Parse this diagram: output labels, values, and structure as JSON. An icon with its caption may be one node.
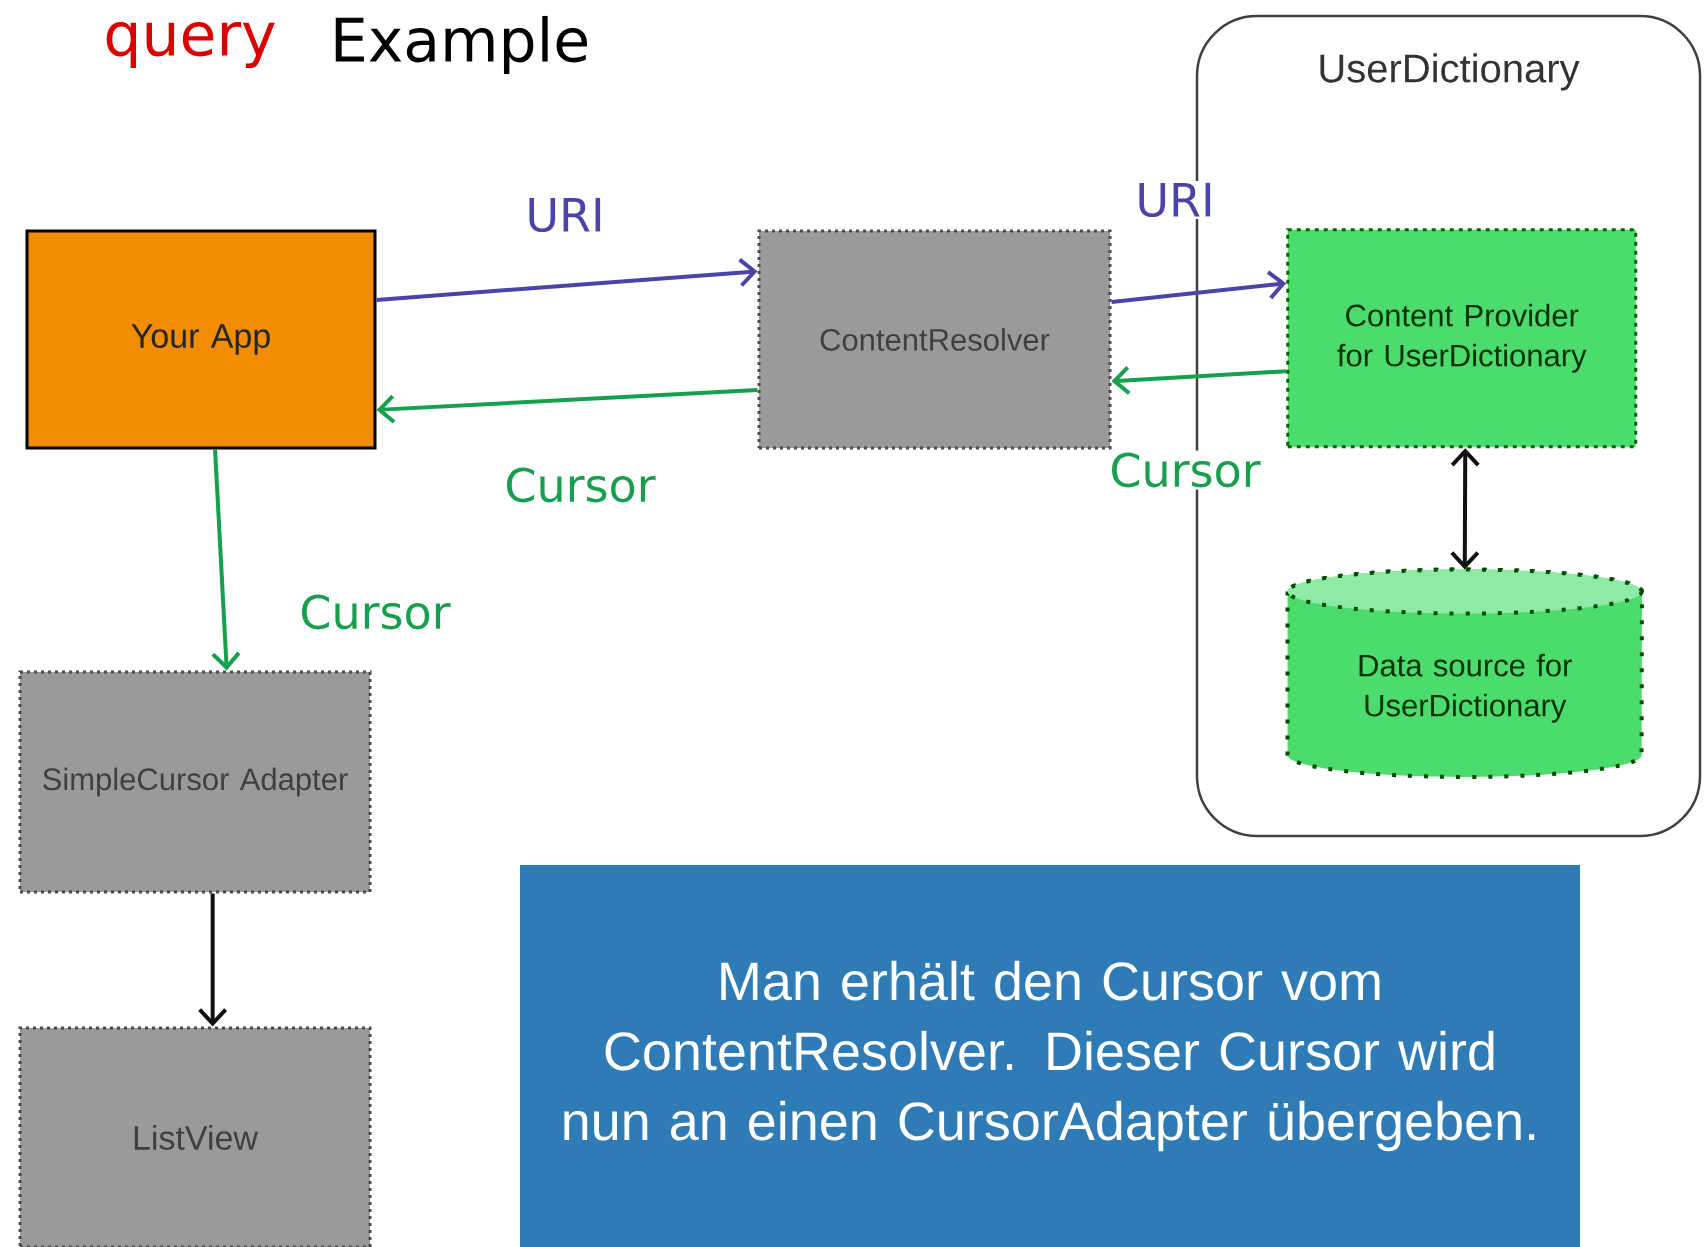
{
  "diagram": {
    "nodes": [
      {
        "text": [
          "UserDictionary"
        ]
      },
      {
        "text": [
          "Your App"
        ]
      },
      {
        "text": [
          "ContentResolver"
        ]
      },
      {
        "text": [
          "Content Provider for UserDictionary"
        ],
        "in": 0
      },
      {
        "text": [
          "Data source for UserDictionary"
        ],
        "in": 0
      },
      {
        "text": [
          "SimpleCursor Adapter"
        ]
      },
      {
        "text": [
          "ListView"
        ]
      },
      {
        "text": [
          "Man erhält den Cursor vom ContentResolver. Dieser Cursor wird nun an einen CursorAdapter übergeben."
        ]
      }
    ],
    "edges": [
      {
        "from": 1,
        "to": 2,
        "arrow": "to",
        "label": "URI",
        "color": "#4a44a8"
      },
      {
        "from": 2,
        "to": 3,
        "arrow": "to",
        "label": "URI",
        "color": "#4a44a8"
      },
      {
        "from": 3,
        "to": 2,
        "arrow": "to",
        "label": "Cursor",
        "color": "#16a04e"
      },
      {
        "from": 2,
        "to": 1,
        "arrow": "to",
        "label": "Cursor",
        "color": "#16a04e"
      },
      {
        "from": 1,
        "to": 5,
        "arrow": "to",
        "label": "Cursor",
        "color": "#16a04e"
      },
      {
        "from": 3,
        "to": 4,
        "arrow": "both",
        "color": "#111111"
      },
      {
        "from": 5,
        "to": 6,
        "arrow": "to",
        "color": "#111111"
      }
    ],
    "labels": [
      "query",
      "Example"
    ]
  }
}
